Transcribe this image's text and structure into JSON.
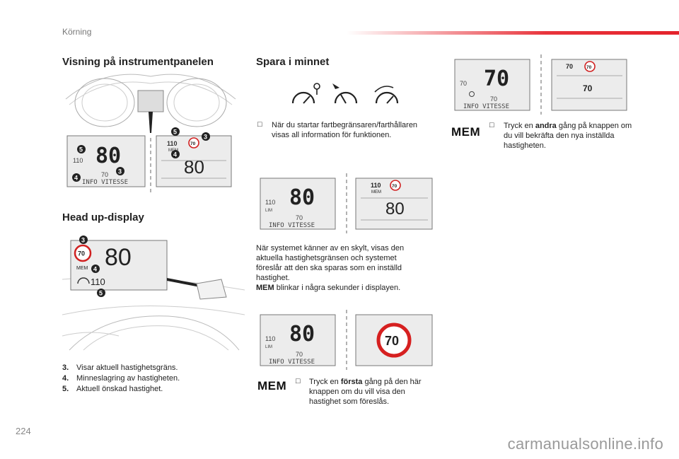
{
  "page": {
    "section": "Körning",
    "page_number": "224",
    "watermark": "carmanualsonline.info"
  },
  "left": {
    "title_instrument": "Visning på instrumentpanelen",
    "title_hud": "Head up-display",
    "legend": [
      {
        "num": "3.",
        "text": "Visar aktuell hastighetsgräns."
      },
      {
        "num": "4.",
        "text": "Minneslagring av hastigheten."
      },
      {
        "num": "5.",
        "text": "Aktuell önskad hastighet."
      }
    ]
  },
  "middle": {
    "title": "Spara i minnet",
    "bullet1": "När du startar fartbegränsaren/farthållaren visas all information för funktionen.",
    "para_lines": [
      "När systemet känner av en skylt, visas den",
      "aktuella hastighetsgränsen och systemet",
      "föreslår att den ska sparas som en inställd",
      "hastighet."
    ],
    "para_mem": "MEM",
    "para_mem_rest": " blinkar i några sekunder i displayen.",
    "mem_label": "MEM",
    "bullet2_pre": "Tryck en ",
    "bullet2_bold": "första",
    "bullet2_post": " gång på den här knappen om du vill visa den hastighet som föreslås."
  },
  "right": {
    "mem_label": "MEM",
    "bullet_pre": "Tryck en ",
    "bullet_bold": "andra",
    "bullet_post": " gång på knappen om du vill bekräfta den nya inställda hastigheten."
  },
  "display": {
    "speed_big": "80",
    "speed_set": "110",
    "speed_mem": "70",
    "info_text": "INFO VITESSE",
    "mem_small": "MEM",
    "lim_small": "LIM",
    "callout_3": "3",
    "callout_4": "4",
    "callout_5": "5"
  },
  "icons": {
    "bullet": "square-bullet-icon",
    "speedometer": "speedometer-icon"
  }
}
